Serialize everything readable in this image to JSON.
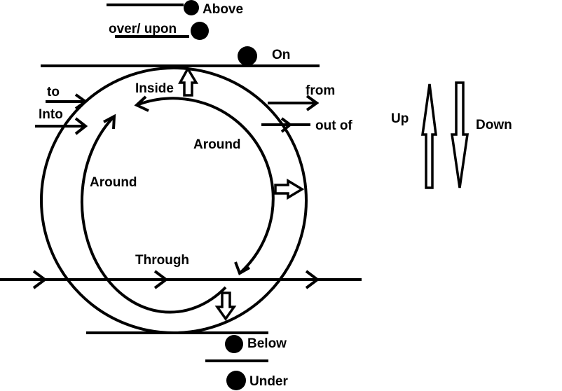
{
  "labels": {
    "above": "Above",
    "over_upon": "over/ upon",
    "on": "On",
    "inside": "Inside",
    "to": "to",
    "into": "Into",
    "from": "from",
    "out_of": "out of",
    "around_outer": "Around",
    "around_inner": "Around",
    "through": "Through",
    "below": "Below",
    "under": "Under",
    "up": "Up",
    "down": "Down"
  },
  "colors": {
    "ink": "#000000",
    "background": "#ffffff"
  }
}
